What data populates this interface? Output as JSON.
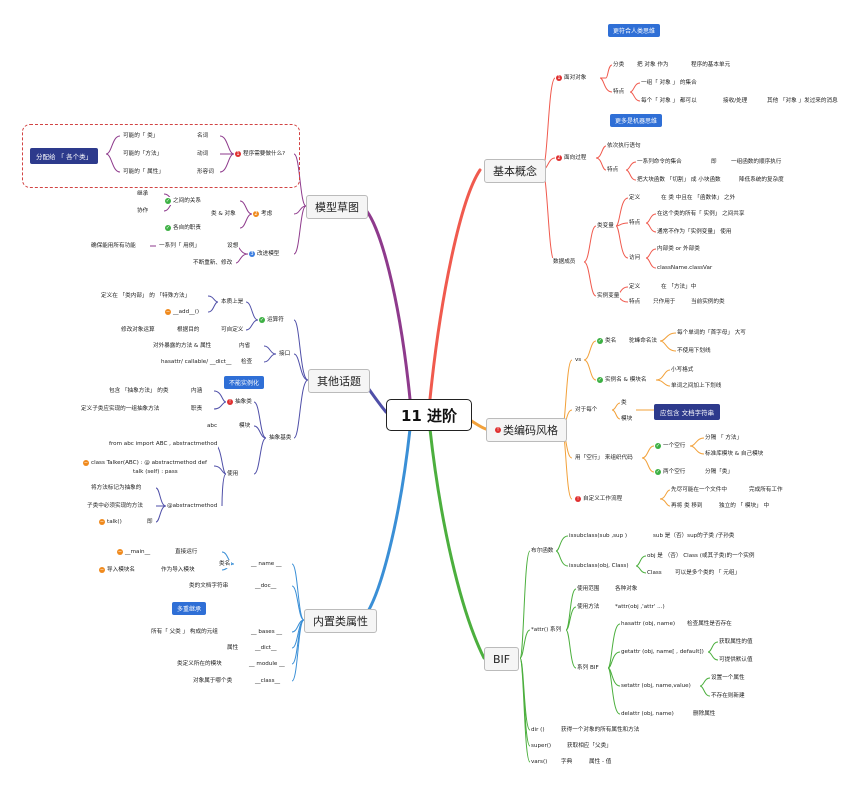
{
  "center": "11 进阶",
  "branches": {
    "basic": "基本概念",
    "style": "类编码风格",
    "bif": "BIF",
    "model": "模型草图",
    "other": "其他话题",
    "builtin": "内置类属性"
  },
  "basic": {
    "callout_oop": "更符合人类思维",
    "callout_pp": "更多是机器思维",
    "oop": "面对对象",
    "oop_class": "分类",
    "oop_class_a": "把 对象 作为",
    "oop_class_b": "程序的基本单元",
    "oop_feat": "特点",
    "oop_feat_1": "一组「 对象 」 的集合",
    "oop_feat_2a": "每个「 对象 」 都可以",
    "oop_feat_2b": "接收/处理",
    "oop_feat_2c": "其他 「对象 」发过来的消息",
    "pp": "面向过程",
    "pp_1": "依次执行语句",
    "pp_feat": "特点",
    "pp_f1a": "一系列命令的集合",
    "pp_f1b": "即",
    "pp_f1c": "一组函数的顺序执行",
    "pp_f2a": "把大块函数 「切割」 成 小块函数",
    "pp_f2b": "降低系统的复杂度",
    "member": "数据成员",
    "classvar": "类变量",
    "cv_def_a": "定义",
    "cv_def_b": "在 类 中且在 「函数体」 之外",
    "cv_feat": "特点",
    "cv_f1": "在这个类的所有「 实例」 之间共享",
    "cv_f2": "通常不作为「实例变量」 使用",
    "cv_access": "访问",
    "cv_a1": "内部类 or 外部类",
    "cv_a2": "className.classVar",
    "instvar": "实例变量",
    "iv_def_a": "定义",
    "iv_def_b": "在 「方法」中",
    "iv_feat_a": "特点",
    "iv_feat_b": "只作用于",
    "iv_feat_c": "当前实例的类"
  },
  "style": {
    "vs": "vs",
    "cls": "类名",
    "cls_rule": "驼峰命名法",
    "cls_r1": "每个单词的「首字母」 大写",
    "cls_r2": "不使用下划线",
    "inst": "实例名 & 模块名",
    "inst_r1": "小写格式",
    "inst_r2": "单词之间加上下划线",
    "each": "对于每个",
    "each_cls": "类",
    "each_mod": "模块",
    "doc_box": "应包含 文档字符串",
    "blank": "用「空行」 来组织代码",
    "blank_1": "一个空行",
    "blank_1a": "分隔 「 方法」",
    "blank_1b": "标准库模块 & 自己模块",
    "blank_2": "两个空行",
    "blank_2a": "分隔「类」",
    "custom": "自定义工作流程",
    "custom_1a": "先尽可能在一个文件中",
    "custom_1b": "完成所有工作",
    "custom_2a": "再将 类 移到",
    "custom_2b": "独立的 「 模块」 中"
  },
  "bif": {
    "bool": "布尔函数",
    "issub_call": "issubclass(sub ,sup )",
    "issub_desc": "sub 是（否）sup的子类 /子孙类",
    "isinst_call": "issubclass(obj, Class)",
    "isinst_1": "obj 是 （否） Class (或其子类)的一个实例",
    "isinst_2a": "Class",
    "isinst_2b": "可以是多个类的 「 元组」",
    "attr": "*attr() 系列",
    "range_a": "使用范围",
    "range_b": "各种对象",
    "usage_a": "使用方法",
    "usage_b": "*attr(obj ,'attr' ...)",
    "series": "系列 BIF",
    "hasattr": "hasattr (obj, name)",
    "hasattr_d": "检查属性是否存在",
    "getattr": "getattr (obj, name[ , default])",
    "getattr_1": "获取属性的值",
    "getattr_2": "可提供默认值",
    "setattr": "setattr (obj, name,value)",
    "setattr_1": "设置一个属性",
    "setattr_2": "不存在则新建",
    "delattr": "delattr (obj, name)",
    "delattr_d": "删除属性",
    "dir_a": "dir ()",
    "dir_b": "获得一个对象的所有属性和方法",
    "super_a": "super()",
    "super_b": "获取相应「父类」",
    "vars_a": "vars()",
    "vars_b": "字典",
    "vars_c": "属性 - 值"
  },
  "model": {
    "dark_box": "分配给 「 各个类」",
    "q": "程序需要做什么?",
    "noun_a": "可能的「 类」",
    "noun_b": "名词",
    "verb_a": "可能的「方法」",
    "verb_b": "动词",
    "adj_a": "可能的「 属性」",
    "adj_b": "形容词",
    "think": "考虑",
    "class_obj": "类 & 对象",
    "relation": "之间的关系",
    "inherit": "继承",
    "collab": "协作",
    "duty": "各自的职责",
    "improve": "改进模型",
    "series_a": "一系列「 用例」",
    "series_b": "设想",
    "ensure": "确保能用所有功能",
    "keep": "不断重新、修改"
  },
  "other": {
    "callout": "不能实例化",
    "op": "运算符",
    "op_essence": "本质上是",
    "op_def_a": "定义在 「类内部」 的 「特殊方法」",
    "op_add": "__add__()",
    "op_custom": "可自定义",
    "op_modify_a": "修改对象运算",
    "op_modify_b": "根据目的",
    "iface": "接口",
    "intro": "内省",
    "intro_d": "对外暴露的方法 & 属性",
    "check": "检查",
    "check_d": "hasattr/ callable/ __dict__",
    "abstract": "抽象基类",
    "abs_cls": "抽象类",
    "abs_contain": "内涵",
    "abs_contain_d": "包含 「抽象方法」 的类",
    "abs_duty": "职责",
    "abs_duty_d": "定义子类应实现的一组抽象方法",
    "abs_mod_a": "abc",
    "abs_mod_b": "模块",
    "use": "使用",
    "use_1": "from abc import ABC , abstractmethod",
    "use_2": "class Talker(ABC) : @ abstractmethod  def",
    "use_3": "talk (self) : pass",
    "deco": "@abstractmethod",
    "deco_1": "将方法标记为抽象的",
    "deco_2": "子类中必须实现的方法",
    "deco_3a": "talk()",
    "deco_3b": "即"
  },
  "builtin": {
    "callout": "多重继承",
    "name": "__ name __",
    "cls_name": "类名",
    "main": "__main__",
    "direct": "直接运行",
    "imp": "导入模块名",
    "imp_d": "作为导入模块",
    "doc": "__doc__",
    "doc_d": "类的文档字符串",
    "bases": "__ bases __",
    "bases_d": "所有「 父类 」 构成的元组",
    "dict": "__dict__",
    "dict_d": "属性",
    "module": "__ module __",
    "module_d": "类定义所在的模块",
    "class": "__class__",
    "class_d": "对象属于哪个类"
  }
}
